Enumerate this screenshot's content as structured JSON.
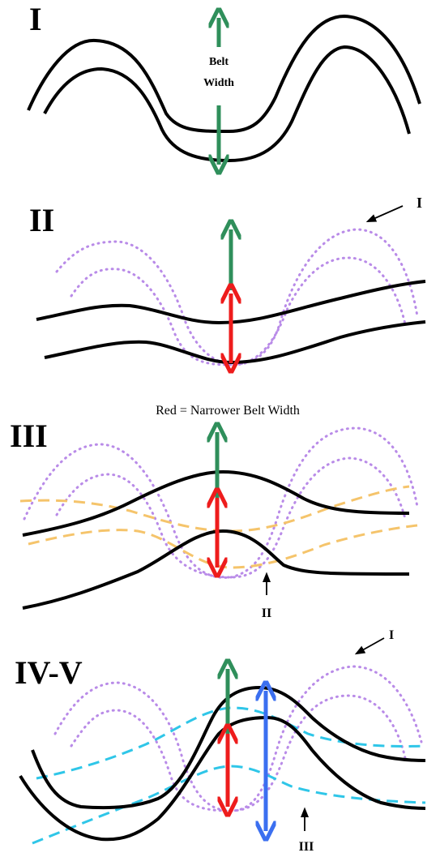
{
  "colors": {
    "channel": "#000000",
    "stage_I_dotted": "#b98be8",
    "stage_II_dashed": "#f5c46b",
    "stage_III_dashed": "#2fc6e8",
    "belt_arrow_green": "#2f8f5b",
    "belt_arrow_red": "#ee1c1c",
    "belt_arrow_blue": "#3b6ff0"
  },
  "panels": [
    {
      "label": "I",
      "annotation": "Belt\nWidth"
    },
    {
      "label": "II",
      "pointer_label": "I"
    },
    {
      "label": "III",
      "note": "Red = Narrower Belt Width",
      "pointer_label": "II"
    },
    {
      "label": "IV-V",
      "pointer_label_top": "I",
      "pointer_label_bottom": "III"
    }
  ],
  "text": {
    "panel1_label": "I",
    "belt": "Belt",
    "width": "Width",
    "panel2_label": "II",
    "panel2_pointer": "I",
    "note": "Red = Narrower Belt Width",
    "panel3_label": "III",
    "panel3_pointer": "II",
    "panel4_label": "IV-V",
    "panel4_pointer_top": "I",
    "panel4_pointer_bottom": "III"
  },
  "icons": [
    "arrow-up-icon",
    "arrow-down-icon",
    "double-arrow-icon",
    "pointer-arrow-icon"
  ]
}
